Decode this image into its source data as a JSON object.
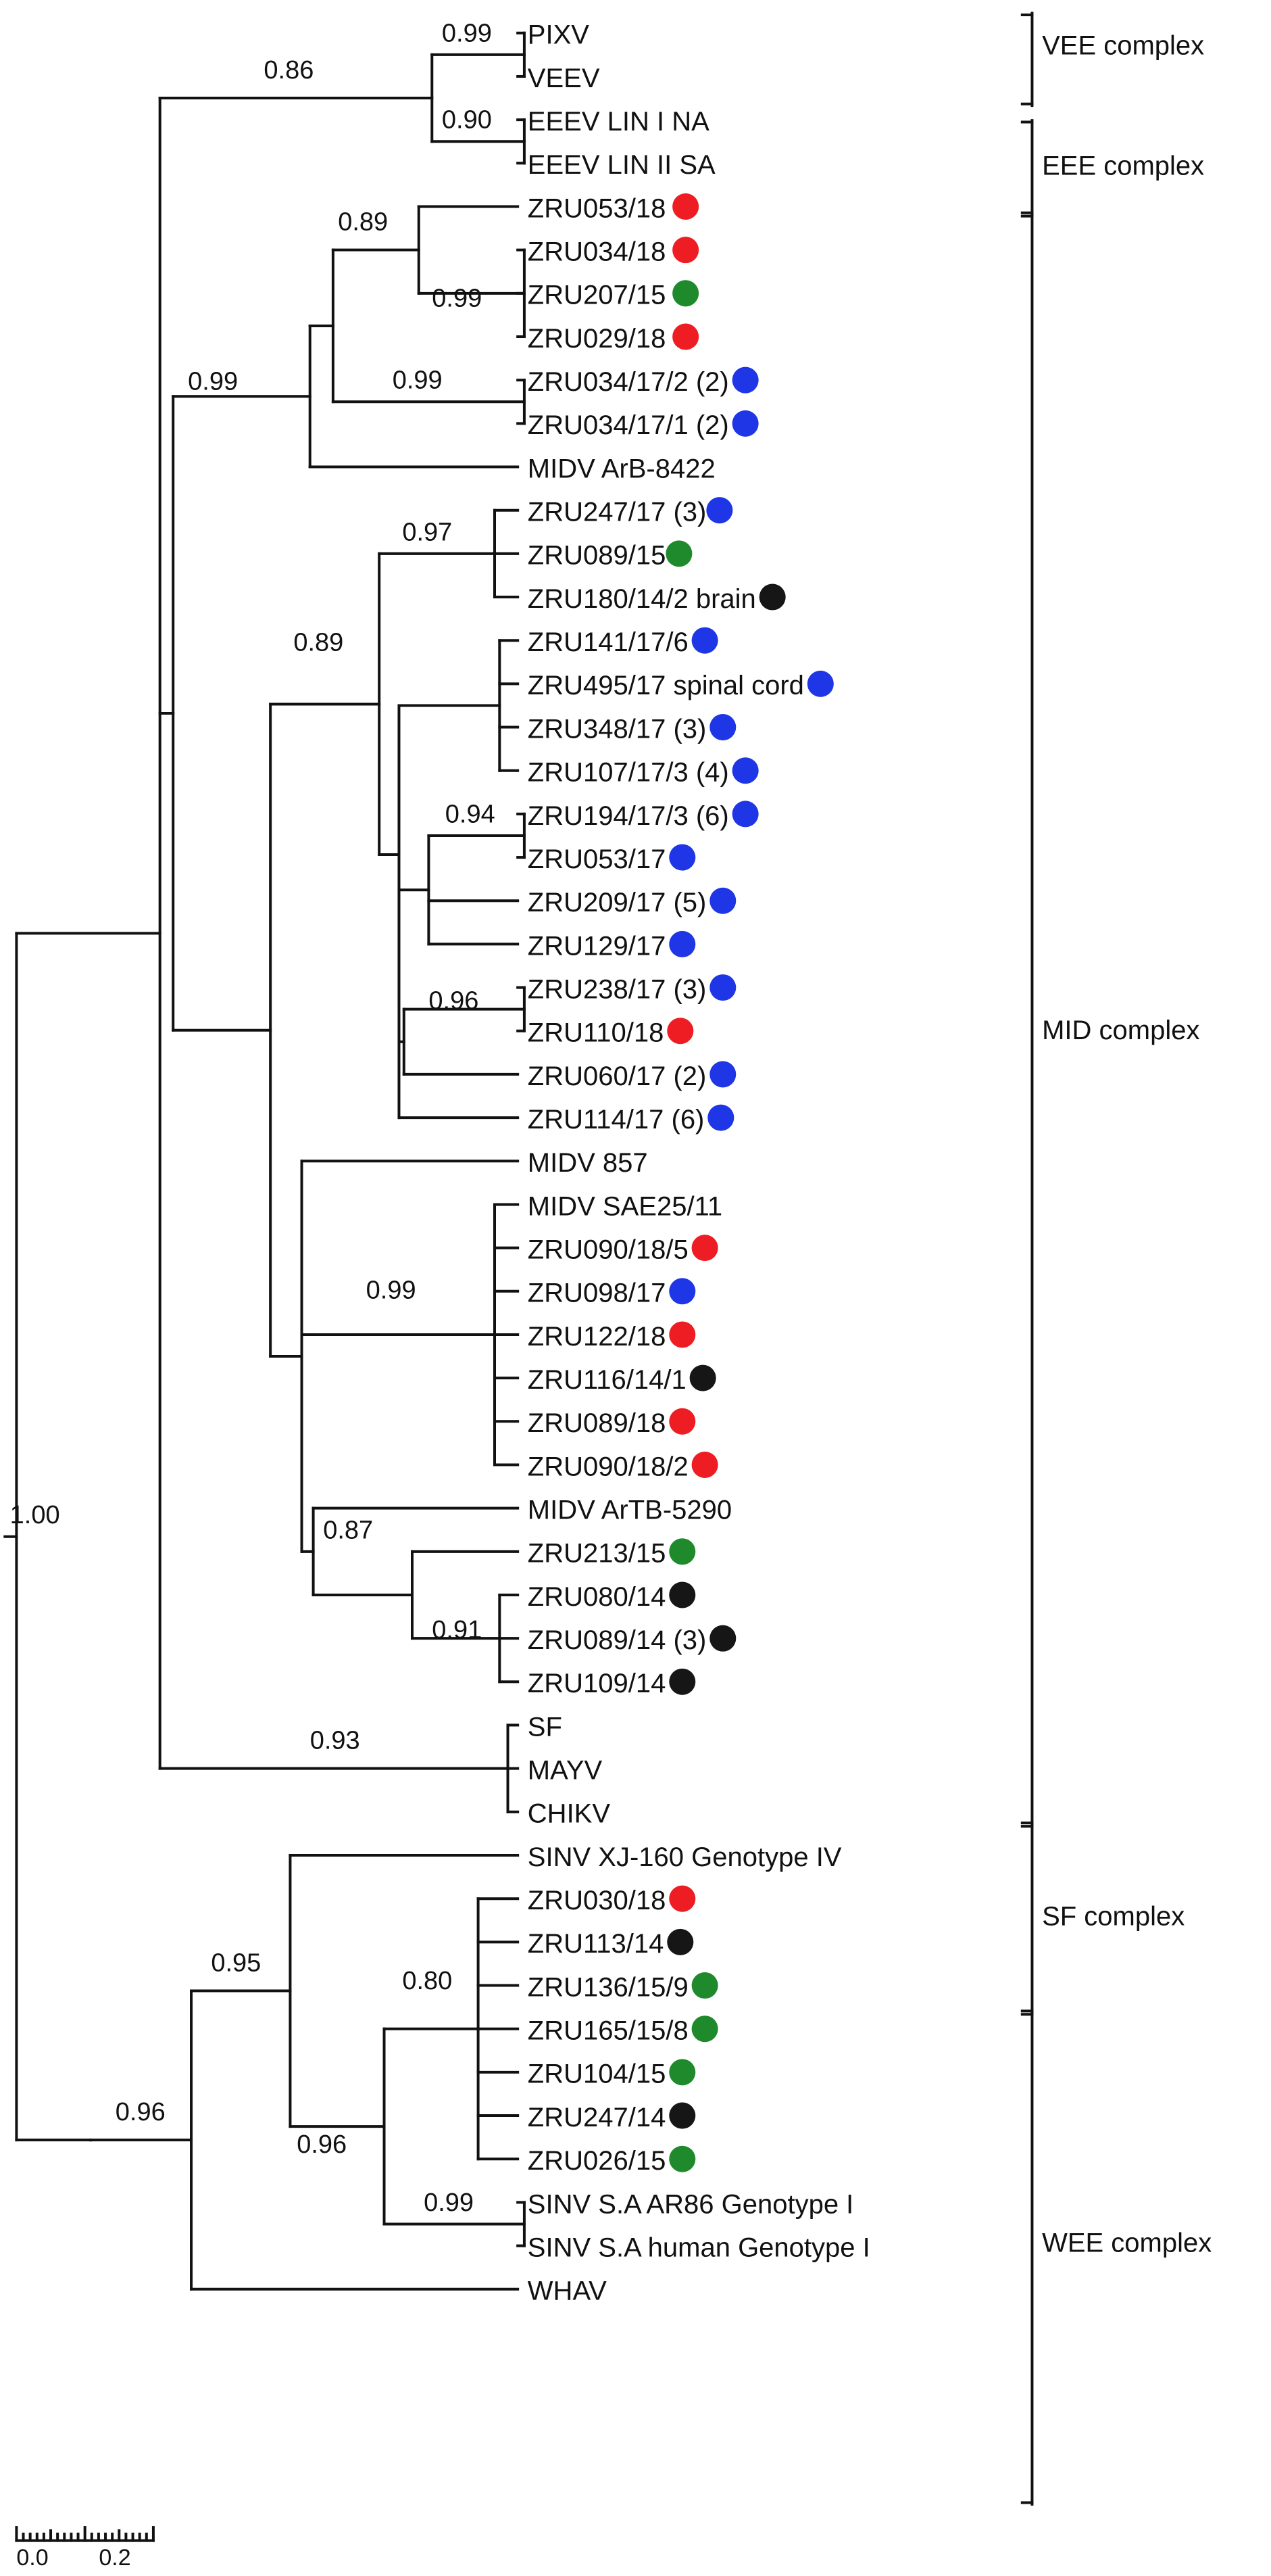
{
  "colors": {
    "red": "#ee1d23",
    "green": "#1f8a2c",
    "blue": "#1f36e6",
    "black": "#161616",
    "line": "#111111"
  },
  "tree": {
    "root_support": "1.00",
    "leaves": [
      {
        "id": 1,
        "label": "PIXV",
        "dot": null
      },
      {
        "id": 2,
        "label": "VEEV",
        "dot": null
      },
      {
        "id": 3,
        "label": "EEEV LIN I NA",
        "dot": null
      },
      {
        "id": 4,
        "label": "EEEV LIN II SA",
        "dot": null
      },
      {
        "id": 5,
        "label": "ZRU053/18",
        "dot": "red"
      },
      {
        "id": 6,
        "label": "ZRU034/18",
        "dot": "red"
      },
      {
        "id": 7,
        "label": "ZRU207/15",
        "dot": "green"
      },
      {
        "id": 8,
        "label": "ZRU029/18",
        "dot": "red"
      },
      {
        "id": 9,
        "label": "ZRU034/17/2 (2)",
        "dot": "blue"
      },
      {
        "id": 10,
        "label": "ZRU034/17/1 (2)",
        "dot": "blue"
      },
      {
        "id": 11,
        "label": "MIDV ArB-8422",
        "dot": null
      },
      {
        "id": 12,
        "label": "ZRU247/17 (3)",
        "dot": "blue"
      },
      {
        "id": 13,
        "label": "ZRU089/15",
        "dot": "green"
      },
      {
        "id": 14,
        "label": "ZRU180/14/2 brain",
        "dot": "black"
      },
      {
        "id": 15,
        "label": "ZRU141/17/6",
        "dot": "blue"
      },
      {
        "id": 16,
        "label": "ZRU495/17 spinal cord",
        "dot": "blue"
      },
      {
        "id": 17,
        "label": "ZRU348/17 (3)",
        "dot": "blue"
      },
      {
        "id": 18,
        "label": "ZRU107/17/3 (4)",
        "dot": "blue"
      },
      {
        "id": 19,
        "label": "ZRU194/17/3 (6)",
        "dot": "blue"
      },
      {
        "id": 20,
        "label": "ZRU053/17",
        "dot": "blue"
      },
      {
        "id": 21,
        "label": "ZRU209/17 (5)",
        "dot": "blue"
      },
      {
        "id": 22,
        "label": "ZRU129/17",
        "dot": "blue"
      },
      {
        "id": 23,
        "label": "ZRU238/17 (3)",
        "dot": "blue"
      },
      {
        "id": 24,
        "label": "ZRU110/18",
        "dot": "red"
      },
      {
        "id": 25,
        "label": "ZRU060/17 (2)",
        "dot": "blue"
      },
      {
        "id": 26,
        "label": "ZRU114/17 (6)",
        "dot": "blue"
      },
      {
        "id": 27,
        "label": "MIDV 857",
        "dot": null
      },
      {
        "id": 28,
        "label": "MIDV SAE25/11",
        "dot": null
      },
      {
        "id": 29,
        "label": "ZRU090/18/5",
        "dot": "red"
      },
      {
        "id": 30,
        "label": "ZRU098/17",
        "dot": "blue"
      },
      {
        "id": 31,
        "label": "ZRU122/18",
        "dot": "red"
      },
      {
        "id": 32,
        "label": "ZRU116/14/1",
        "dot": "black"
      },
      {
        "id": 33,
        "label": "ZRU089/18",
        "dot": "red"
      },
      {
        "id": 34,
        "label": "ZRU090/18/2",
        "dot": "red"
      },
      {
        "id": 35,
        "label": "MIDV ArTB-5290",
        "dot": null
      },
      {
        "id": 36,
        "label": "ZRU213/15",
        "dot": "green"
      },
      {
        "id": 37,
        "label": "ZRU080/14",
        "dot": "black"
      },
      {
        "id": 38,
        "label": "ZRU089/14 (3)",
        "dot": "black"
      },
      {
        "id": 39,
        "label": "ZRU109/14",
        "dot": "black"
      },
      {
        "id": 40,
        "label": "SF",
        "dot": null
      },
      {
        "id": 41,
        "label": "MAYV",
        "dot": null
      },
      {
        "id": 42,
        "label": "CHIKV",
        "dot": null
      },
      {
        "id": 43,
        "label": "SINV XJ-160 Genotype IV",
        "dot": null
      },
      {
        "id": 44,
        "label": "ZRU030/18",
        "dot": "red"
      },
      {
        "id": 45,
        "label": "ZRU113/14",
        "dot": "black"
      },
      {
        "id": 46,
        "label": "ZRU136/15/9",
        "dot": "green"
      },
      {
        "id": 47,
        "label": "ZRU165/15/8",
        "dot": "green"
      },
      {
        "id": 48,
        "label": "ZRU104/15",
        "dot": "green"
      },
      {
        "id": 49,
        "label": "ZRU247/14",
        "dot": "black"
      },
      {
        "id": 50,
        "label": "ZRU026/15",
        "dot": "green"
      },
      {
        "id": 51,
        "label": "SINV S.A AR86 Genotype I",
        "dot": null
      },
      {
        "id": 52,
        "label": "SINV S.A human Genotype I",
        "dot": null
      },
      {
        "id": 53,
        "label": "WHAV",
        "dot": null
      }
    ],
    "support_values": [
      {
        "node": "pixv_veev",
        "value": "0.99"
      },
      {
        "node": "vee_eee",
        "value": "0.86"
      },
      {
        "node": "eeev",
        "value": "0.90"
      },
      {
        "node": "zru053_group",
        "value": "0.89"
      },
      {
        "node": "zru034_207_029",
        "value": "0.99"
      },
      {
        "node": "zru034_17",
        "value": "0.99"
      },
      {
        "node": "mid_complex",
        "value": "0.99"
      },
      {
        "node": "zru247_group",
        "value": "0.97"
      },
      {
        "node": "zru141_194_group",
        "value": "0.89"
      },
      {
        "node": "zru194_group",
        "value": "0.94"
      },
      {
        "node": "zru238_group",
        "value": "0.96"
      },
      {
        "node": "midv_sae25_group",
        "value": "0.99"
      },
      {
        "node": "midv_artb_group",
        "value": "0.87"
      },
      {
        "node": "zru080_group",
        "value": "0.91"
      },
      {
        "node": "sf_complex",
        "value": "0.93"
      },
      {
        "node": "sinv_group",
        "value": "0.95"
      },
      {
        "node": "wee_inner",
        "value": "0.96"
      },
      {
        "node": "zru030_group",
        "value": "0.80"
      },
      {
        "node": "sinv_sa",
        "value": "0.99"
      },
      {
        "node": "wee_complex",
        "value": "0.96"
      }
    ]
  },
  "complexes": [
    {
      "label": "VEE complex"
    },
    {
      "label": "EEE complex"
    },
    {
      "label": "MID complex"
    },
    {
      "label": "SF complex"
    },
    {
      "label": "WEE complex"
    }
  ],
  "scale_bar": {
    "start_label": "0.0",
    "end_label": "0.2"
  }
}
